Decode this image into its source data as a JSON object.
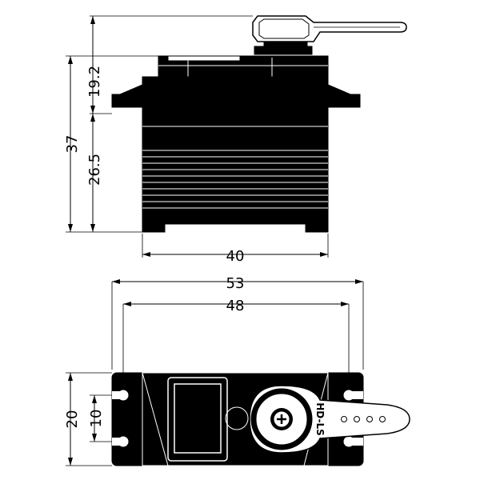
{
  "colors": {
    "body": "#000000",
    "background": "#ffffff",
    "lines": "#000000"
  },
  "side_view": {
    "dim_total_height": "37",
    "dim_upper_height": "19.2",
    "dim_lower_height": "26.5",
    "dim_body_width": "40"
  },
  "top_view": {
    "dim_overall_length": "53",
    "dim_mount_spacing": "48",
    "dim_width": "20",
    "dim_hole_spacing": "10",
    "horn_label": "HD-LS"
  }
}
